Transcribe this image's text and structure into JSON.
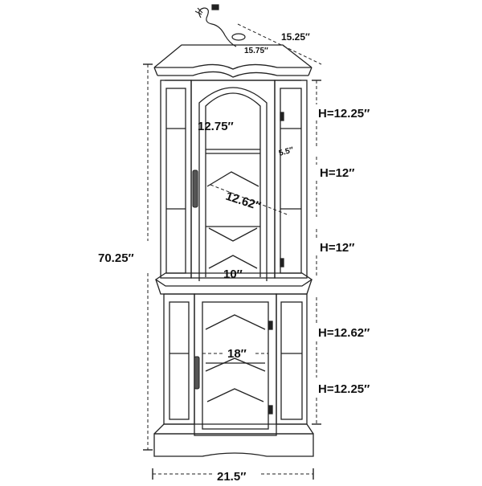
{
  "dimensions": {
    "top_depth": "15.25″",
    "top_side": "15.75″",
    "inner_side_depth": "5.5″",
    "total_height": "70.25″",
    "bottom_width": "21.5″",
    "upper_shelf_width": "12.75″",
    "middle_shelf_diagonal": "12.62″",
    "lower_shelf_width": "10″",
    "cabinet_width": "18″"
  },
  "shelf_heights": [
    "H=12.25″",
    "H=12″",
    "H=12″",
    "H=12.62″",
    "H=12.25″"
  ]
}
